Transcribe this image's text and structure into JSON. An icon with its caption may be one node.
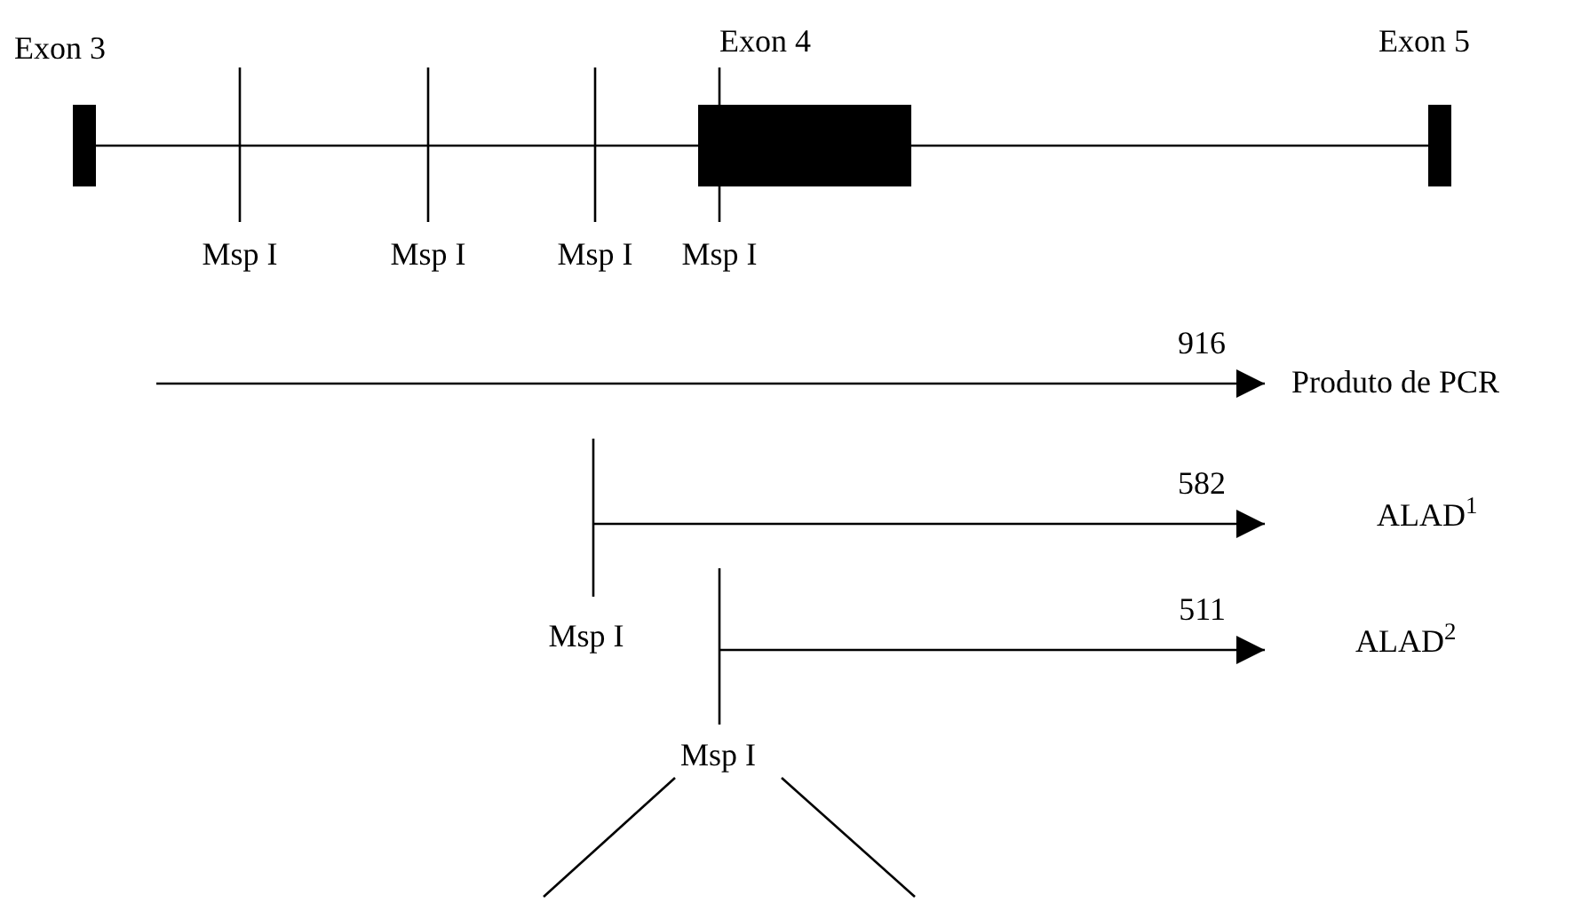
{
  "diagram": {
    "nodes": [
      {
        "text": [
          "Exon 3"
        ]
      },
      {
        "text": [
          "Exon 4"
        ]
      },
      {
        "text": [
          "Exon 5"
        ]
      },
      {
        "text": [
          "Produto de PCR"
        ]
      },
      {
        "text": [
          "ALAD$^{1}$"
        ]
      },
      {
        "text": [
          "ALAD$^{2}$"
        ]
      },
      {
        "text": [
          "Msp I"
        ]
      }
    ],
    "edges": [
      {
        "from": 0,
        "to": 1,
        "arrow": "none"
      },
      {
        "from": 1,
        "to": 2,
        "arrow": "none"
      },
      {
        "from": null,
        "to": 3,
        "arrow": "to",
        "label": "916"
      },
      {
        "from": null,
        "to": 4,
        "arrow": "to",
        "label": "582"
      },
      {
        "from": null,
        "to": 5,
        "arrow": "to",
        "label": "511"
      },
      {
        "from": 6,
        "to": null,
        "arrow": "none"
      },
      {
        "from": 6,
        "to": null,
        "arrow": "none"
      }
    ],
    "labels": [
      "Msp I",
      "Msp I",
      "Msp I",
      "Msp I",
      "Msp I"
    ]
  }
}
